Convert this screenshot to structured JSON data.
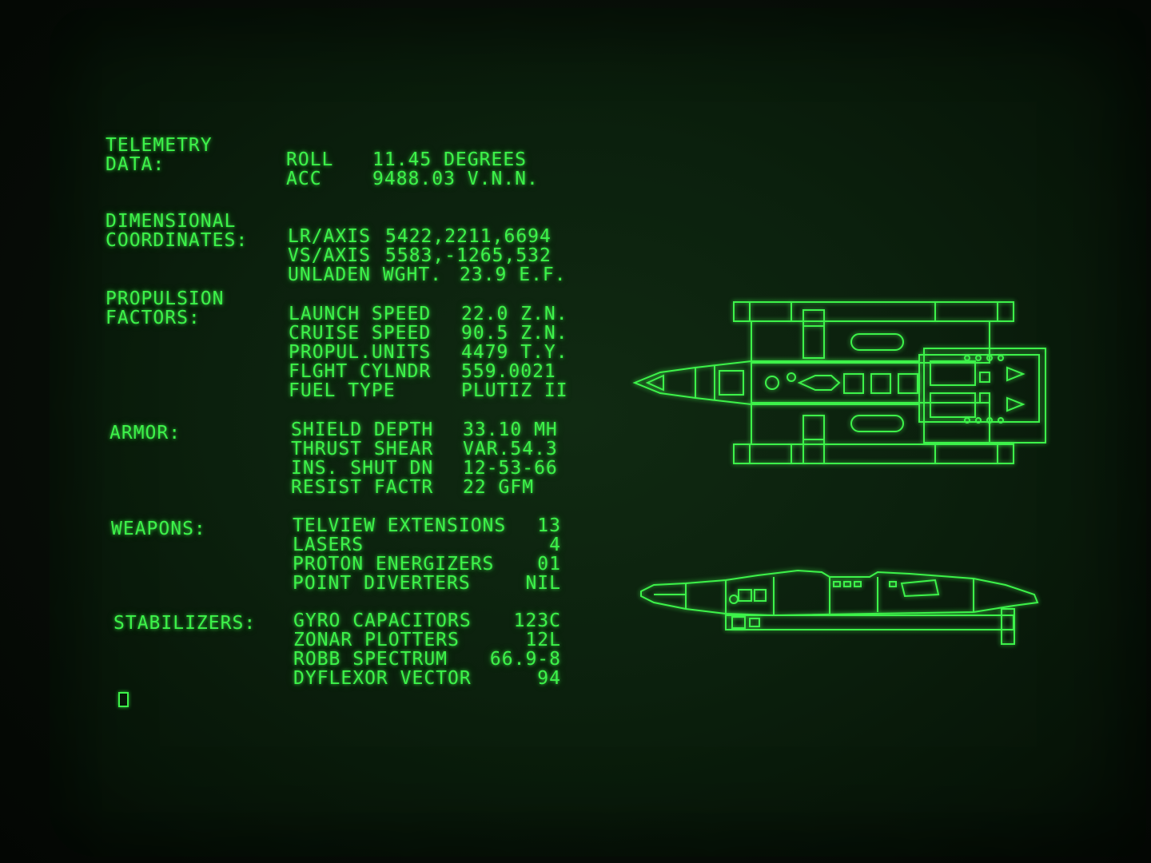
{
  "sections": {
    "telemetry": {
      "label": "TELEMETRY\nDATA:",
      "rows": [
        {
          "key": "ROLL",
          "value": "11.45 DEGREES"
        },
        {
          "key": "ACC",
          "value": "9488.03 V.N.N."
        }
      ]
    },
    "dimensional": {
      "label": "DIMENSIONAL\nCOORDINATES:",
      "rows": [
        {
          "key": "LR/AXIS",
          "value": "5422,2211,6694"
        },
        {
          "key": "VS/AXIS",
          "value": "5583,-1265,532"
        },
        {
          "key": "UNLADEN WGHT.",
          "value": "23.9 E.F."
        }
      ]
    },
    "propulsion": {
      "label": "PROPULSION\nFACTORS:",
      "rows": [
        {
          "key": "LAUNCH SPEED",
          "value": "22.0 Z.N."
        },
        {
          "key": "CRUISE SPEED",
          "value": "90.5 Z.N."
        },
        {
          "key": "PROPUL.UNITS",
          "value": "4479 T.Y."
        },
        {
          "key": "FLGHT CYLNDR",
          "value": "559.0021"
        },
        {
          "key": "FUEL TYPE",
          "value": "PLUTIZ II"
        }
      ]
    },
    "armor": {
      "label": "ARMOR:",
      "rows": [
        {
          "key": "SHIELD DEPTH",
          "value": "33.10 MH"
        },
        {
          "key": "THRUST SHEAR",
          "value": "VAR.54.3"
        },
        {
          "key": "INS. SHUT DN",
          "value": "12-53-66"
        },
        {
          "key": "RESIST FACTR",
          "value": "22 GFM"
        }
      ]
    },
    "weapons": {
      "label": "WEAPONS:",
      "rows": [
        {
          "key": "TELVIEW EXTENSIONS",
          "value": "13"
        },
        {
          "key": "LASERS",
          "value": "4"
        },
        {
          "key": "PROTON ENERGIZERS",
          "value": "01"
        },
        {
          "key": "POINT DIVERTERS",
          "value": "NIL"
        }
      ]
    },
    "stabilizers": {
      "label": "STABILIZERS:",
      "rows": [
        {
          "key": "GYRO CAPACITORS",
          "value": "123C"
        },
        {
          "key": "ZONAR PLOTTERS",
          "value": "12L"
        },
        {
          "key": "ROBB SPECTRUM",
          "value": "66.9-8"
        },
        {
          "key": "DYFLEXOR VECTOR",
          "value": "94"
        }
      ]
    }
  },
  "icons": {
    "top_view": "ship-top-view-schematic",
    "side_view": "ship-side-view-schematic",
    "cursor": "block-cursor"
  },
  "colors": {
    "phosphor": "#3df24a",
    "background": "#0b200d"
  }
}
